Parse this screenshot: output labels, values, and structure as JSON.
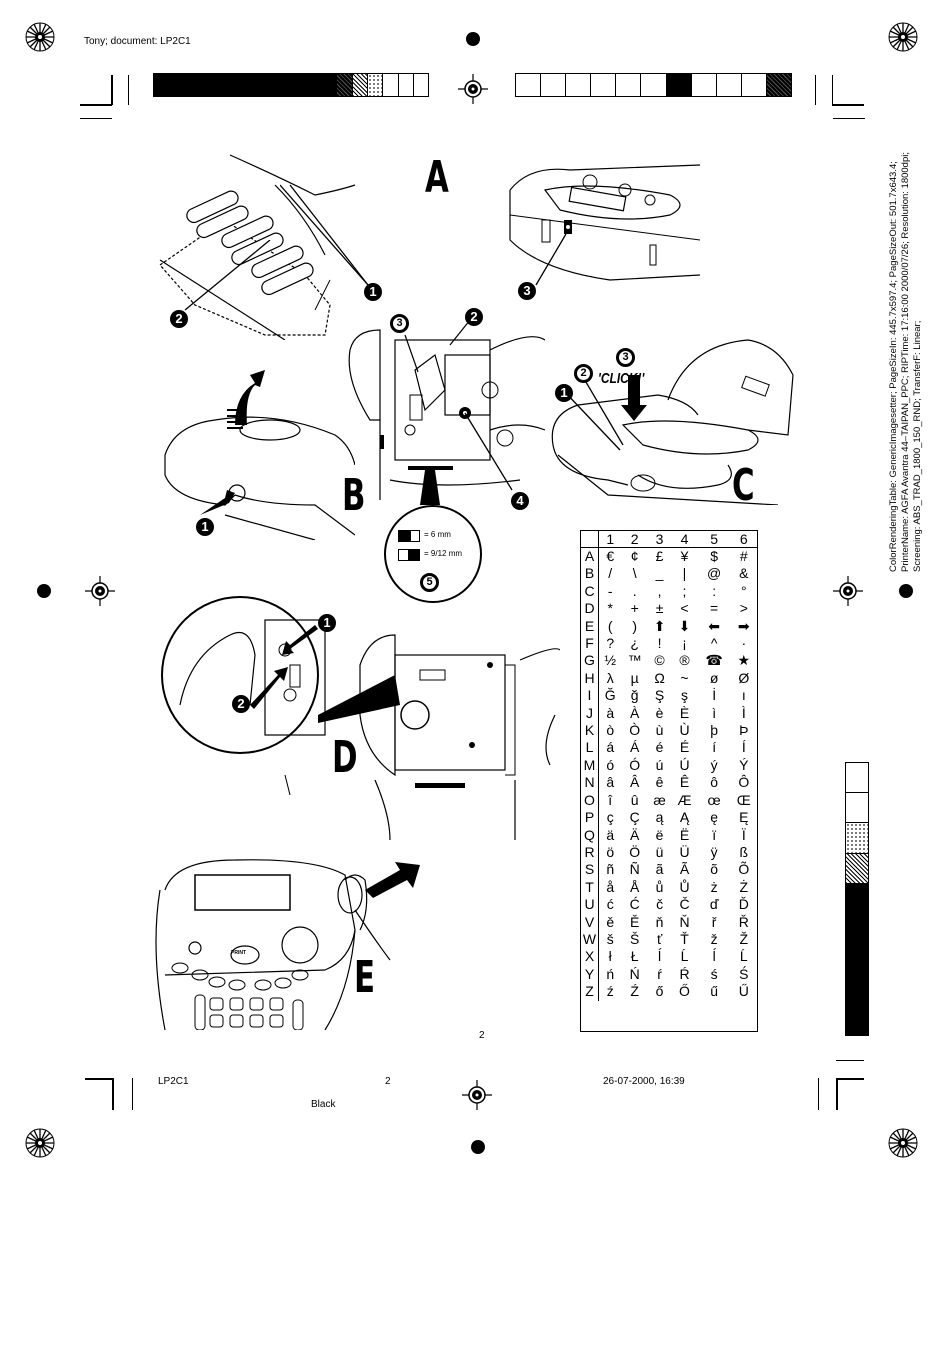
{
  "header": {
    "job_label": "Tony; document: LP2C1"
  },
  "side_info": {
    "lines": [
      "ColorRenderingTable: GenericImagesetter; PageSizeIn: 445.7x597.4; PageSizeOut: 501.7x643.4;",
      "PrinterName: AGFA Avantra 44–TAIPAN_PPC; RIPTime: 17:16:00 2000/07/26; Resolution: 1800dpi;",
      "Screening: ABS_TRAD_1800_150_RND; TransferF: Linear;"
    ]
  },
  "top_colorbar_left": [
    "black",
    "black",
    "black",
    "black",
    "black",
    "black",
    "black",
    "black",
    "black",
    "black",
    "black",
    "black",
    "dense",
    "mid",
    "light",
    "white",
    "white",
    "white"
  ],
  "top_colorbar_right": [
    "white",
    "white",
    "white",
    "white",
    "white",
    "white",
    "black",
    "white",
    "white",
    "white",
    "dense"
  ],
  "side_colorbar": [
    "white",
    "white",
    "light",
    "mid",
    "black",
    "black",
    "black",
    "black",
    "black"
  ],
  "panels": {
    "A": {
      "letter": "A",
      "callouts": [
        "1",
        "2",
        "3"
      ]
    },
    "B": {
      "letter": "B",
      "callouts": [
        "1",
        "3",
        "2",
        "4",
        "5"
      ],
      "tape_legend": [
        {
          "label": "= 6 mm"
        },
        {
          "label": "= 9/12 mm"
        }
      ]
    },
    "C": {
      "letter": "C",
      "callouts": [
        "1",
        "2",
        "3"
      ],
      "click_text": "'CLICK!'"
    },
    "D": {
      "letter": "D",
      "callouts": [
        "1",
        "2"
      ]
    },
    "E": {
      "letter": "E",
      "device_labels": [
        "PRINT"
      ]
    }
  },
  "char_table": {
    "columns": [
      "1",
      "2",
      "3",
      "4",
      "5",
      "6"
    ],
    "rows": [
      {
        "key": "A",
        "chars": [
          "€",
          "¢",
          "£",
          "¥",
          "$",
          "#"
        ]
      },
      {
        "key": "B",
        "chars": [
          "/",
          "\\",
          "_",
          "|",
          "@",
          "&"
        ]
      },
      {
        "key": "C",
        "chars": [
          "-",
          ".",
          ",",
          ";",
          ":",
          "°"
        ]
      },
      {
        "key": "D",
        "chars": [
          "*",
          "+",
          "±",
          "<",
          "=",
          ">"
        ]
      },
      {
        "key": "E",
        "chars": [
          "(",
          ")",
          "⬆",
          "⬇",
          "⬅",
          "➡"
        ]
      },
      {
        "key": "F",
        "chars": [
          "?",
          "¿",
          "!",
          "¡",
          "^",
          "·"
        ]
      },
      {
        "key": "G",
        "chars": [
          "½",
          "™",
          "©",
          "®",
          "☎",
          "★"
        ]
      },
      {
        "key": "H",
        "chars": [
          "λ",
          "µ",
          "Ω",
          "~",
          "ø",
          "Ø"
        ]
      },
      {
        "key": "I",
        "chars": [
          "Ğ",
          "ğ",
          "Ş",
          "ş",
          "İ",
          "ı"
        ]
      },
      {
        "key": "J",
        "chars": [
          "à",
          "À",
          "è",
          "È",
          "ì",
          "Ì"
        ]
      },
      {
        "key": "K",
        "chars": [
          "ò",
          "Ò",
          "ù",
          "Ù",
          "þ",
          "Þ"
        ]
      },
      {
        "key": "L",
        "chars": [
          "á",
          "Á",
          "é",
          "É",
          "í",
          "Í"
        ]
      },
      {
        "key": "M",
        "chars": [
          "ó",
          "Ó",
          "ú",
          "Ú",
          "ý",
          "Ý"
        ]
      },
      {
        "key": "N",
        "chars": [
          "â",
          "Â",
          "ê",
          "Ê",
          "ô",
          "Ô"
        ]
      },
      {
        "key": "O",
        "chars": [
          "î",
          "û",
          "æ",
          "Æ",
          "œ",
          "Œ"
        ]
      },
      {
        "key": "P",
        "chars": [
          "ç",
          "Ç",
          "ą",
          "Ą",
          "ę",
          "Ę"
        ]
      },
      {
        "key": "Q",
        "chars": [
          "ä",
          "Ä",
          "ë",
          "Ë",
          "ï",
          "Ï"
        ]
      },
      {
        "key": "R",
        "chars": [
          "ö",
          "Ö",
          "ü",
          "Ü",
          "ÿ",
          "ß"
        ]
      },
      {
        "key": "S",
        "chars": [
          "ñ",
          "Ñ",
          "ã",
          "Ã",
          "õ",
          "Õ"
        ]
      },
      {
        "key": "T",
        "chars": [
          "å",
          "Å",
          "ů",
          "Ů",
          "ż",
          "Ż"
        ]
      },
      {
        "key": "U",
        "chars": [
          "ć",
          "Ć",
          "č",
          "Č",
          "ď",
          "Ď"
        ]
      },
      {
        "key": "V",
        "chars": [
          "ě",
          "Ě",
          "ň",
          "Ň",
          "ř",
          "Ř"
        ]
      },
      {
        "key": "W",
        "chars": [
          "š",
          "Š",
          "ť",
          "Ť",
          "ž",
          "Ž"
        ]
      },
      {
        "key": "X",
        "chars": [
          "ł",
          "Ł",
          "ĺ",
          "Ĺ",
          "ĺ",
          "Ĺ"
        ]
      },
      {
        "key": "Y",
        "chars": [
          "ń",
          "Ń",
          "ŕ",
          "Ŕ",
          "ś",
          "Ś"
        ]
      },
      {
        "key": "Z",
        "chars": [
          "ź",
          "Ź",
          "ő",
          "Ő",
          "ű",
          "Ű"
        ]
      }
    ]
  },
  "page_number": "2",
  "footer": {
    "doc_id": "LP2C1",
    "page": "2",
    "separation": "Black",
    "datetime": "26-07-2000, 16:39"
  }
}
